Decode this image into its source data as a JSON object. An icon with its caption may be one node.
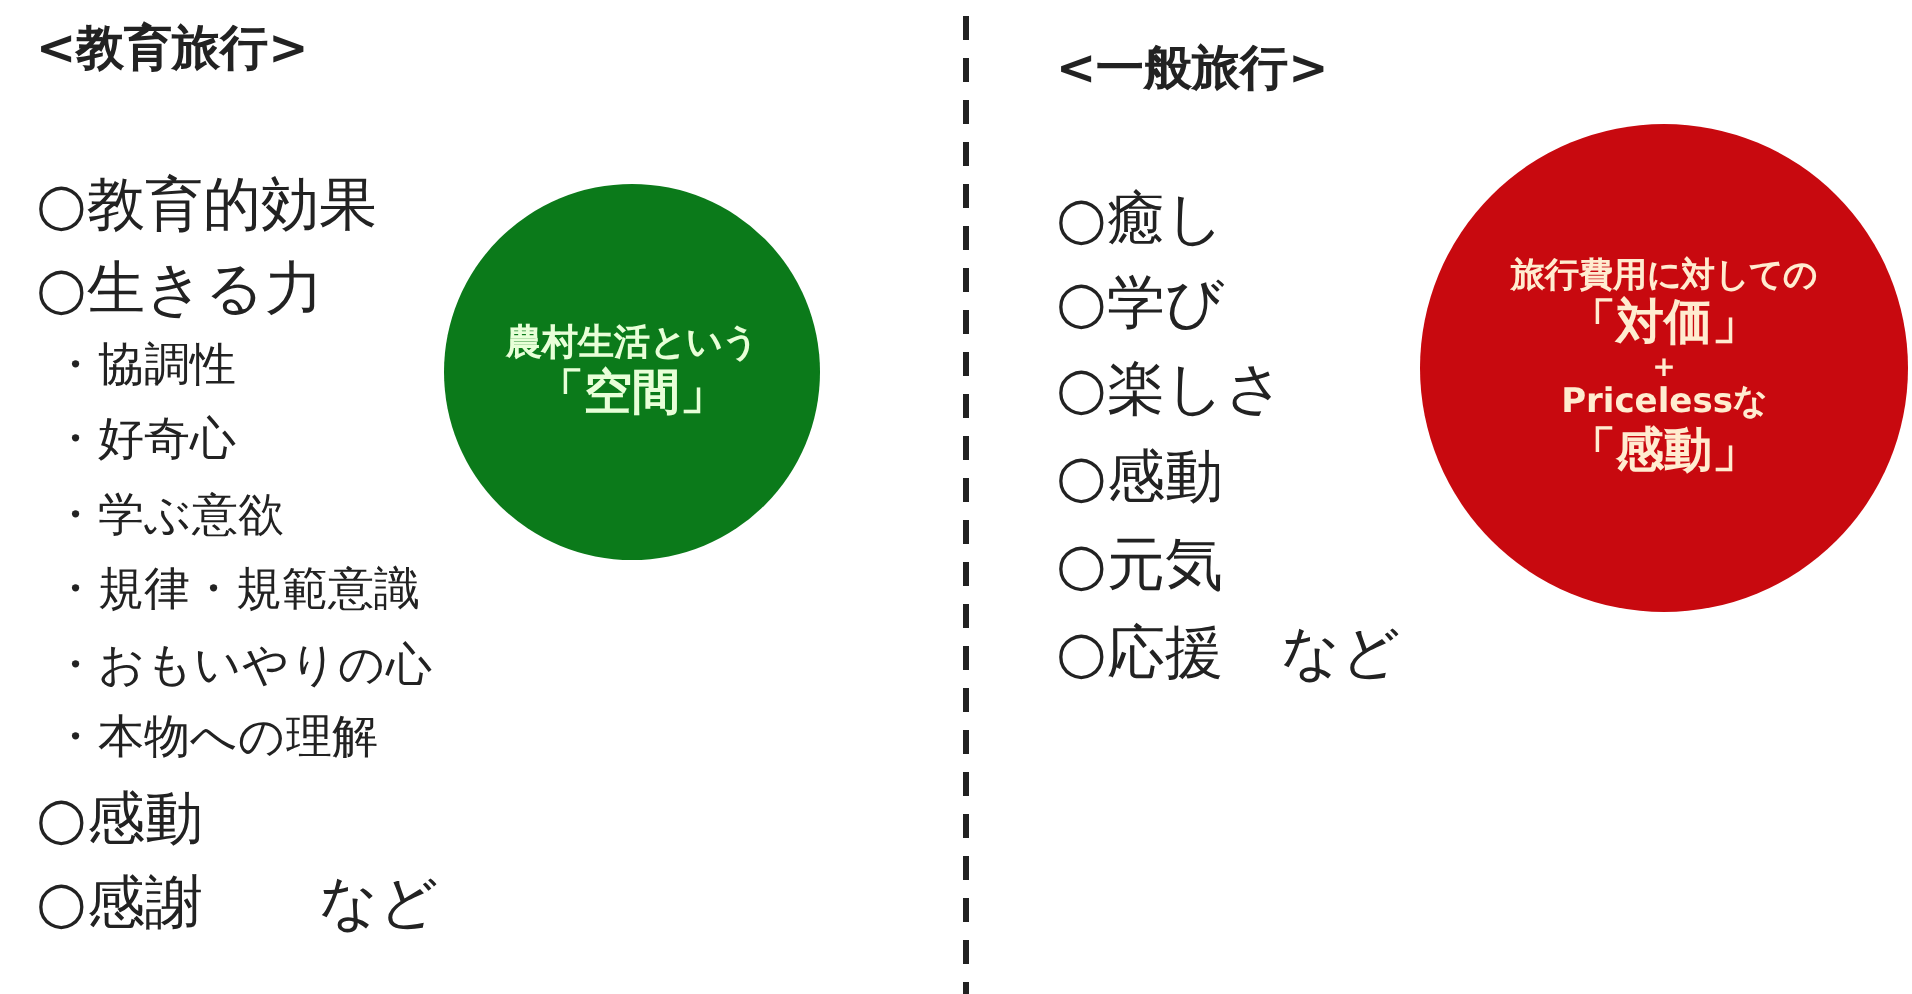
{
  "diagram": {
    "nodes": [
      {
        "text": [
          "農村生活という",
          "「空間」"
        ]
      },
      {
        "text": [
          "旅行費用に対しての",
          "「対価」",
          "+",
          "Pricelessな",
          "「感動」"
        ]
      }
    ],
    "edges": [],
    "labels": [
      "<教育旅行>",
      "○教育的効果",
      "○生きる力",
      "・協調性",
      "・好奇心",
      "・学ぶ意欲",
      "・規律・規範意識",
      "・おもいやりの心",
      "・本物への理解",
      "○感動",
      "○感謝　　など",
      "<一般旅行>",
      "○癒し",
      "○学び",
      "○楽しさ",
      "○感動",
      "○元気",
      "○応援　など"
    ]
  }
}
